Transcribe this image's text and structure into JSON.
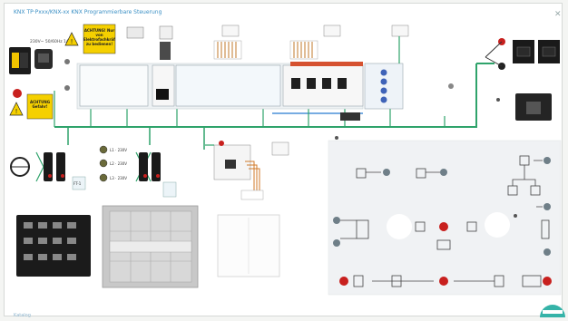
{
  "header_text": "KNX TP·Pxxx/KNX-xx  KNX Programmierbare Steuerung",
  "footer_text": "Katalog",
  "power_label": "230V~ 50/60Hz 1A",
  "warning_text": "ACHTUNG! Nur von Elektrofachkräften zu bedienen!",
  "warning_text_2": "ACHTUNG Gefahr!",
  "indicator_labels": [
    "L1 · 230V",
    "L2 · 230V",
    "L3 · 230V"
  ],
  "fuse_text": "FT-1",
  "colors": {
    "bus_green": "#2fa36b",
    "bus_blue": "#4a90d9",
    "lamp_red": "#c8201e",
    "warning_yellow": "#f5d000",
    "wire_orange": "#d07a2a"
  },
  "icons": [
    "power-socket-icon",
    "warning-triangle-icon",
    "fuse-holder-icon",
    "lamp-icon",
    "dimmer-knob-icon",
    "fan-icon",
    "motor-icon",
    "switch-icon",
    "logo-icon"
  ]
}
